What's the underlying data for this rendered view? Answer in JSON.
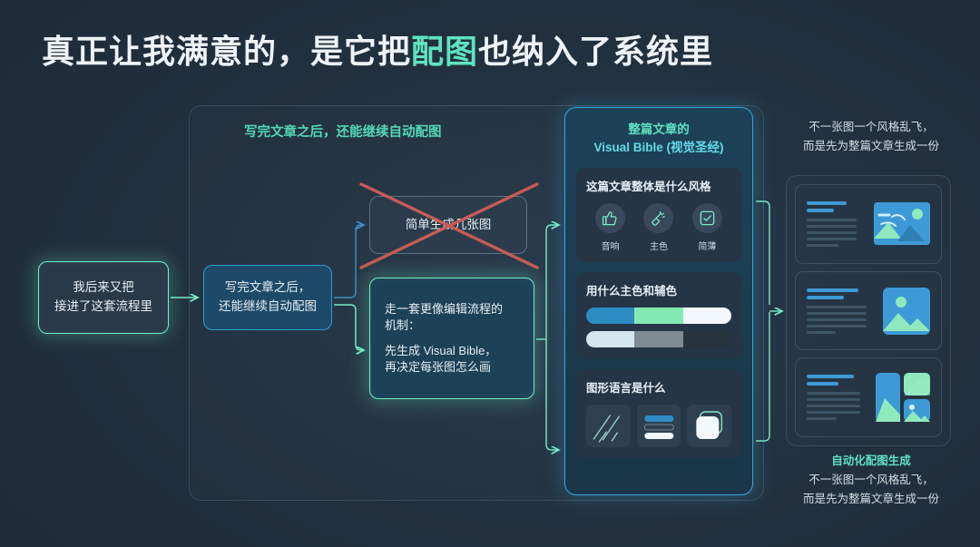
{
  "title": {
    "part1": "真正让我满意的，是它把",
    "highlight": "配图",
    "part2": "也纳入了系统里"
  },
  "flow_panel": {
    "title": "写完文章之后，还能继续自动配图"
  },
  "nodes": {
    "start": {
      "line1": "我后来又把",
      "line2": "接进了这套流程里"
    },
    "second": {
      "line1": "写完文章之后，",
      "line2": "还能继续自动配图"
    },
    "rejected": {
      "label": "简单生成几张图",
      "marked": "crossed-out"
    },
    "accepted": {
      "line1": "走一套更像编辑流程的",
      "line2": "机制：",
      "line3": "先生成 Visual Bible，",
      "line4": "再决定每张图怎么画"
    }
  },
  "visual_bible": {
    "title_line1": "整篇文章的",
    "title_line2": "Visual Bible (视觉圣经)",
    "cards": [
      {
        "title": "这篇文章整体是什么风格",
        "icons": [
          {
            "name": "thumbs-up-icon",
            "label": "音响"
          },
          {
            "name": "megaphone-icon",
            "label": "主色"
          },
          {
            "name": "checkbox-icon",
            "label": "简薄"
          }
        ]
      },
      {
        "title": "用什么主色和辅色",
        "palettes": [
          [
            "#2e8cc4",
            "#84eab4",
            "#f1f7fb"
          ],
          [
            "#d6e6ef",
            "#7e8b93",
            "#27333d"
          ]
        ]
      },
      {
        "title": "图形语言是什么",
        "tiles": [
          {
            "name": "diagonal-lines-tile"
          },
          {
            "name": "stacked-bars-tile"
          },
          {
            "name": "rounded-square-tile"
          }
        ]
      }
    ]
  },
  "output_column": {
    "cards": [
      {
        "name": "layout-card-wide-image"
      },
      {
        "name": "layout-card-square-image"
      },
      {
        "name": "layout-card-image-collage"
      }
    ]
  },
  "captions": {
    "top": {
      "line1": "不一张图一个风格乱飞，",
      "line2": "而是先为整篇文章生成一份"
    },
    "bottom": {
      "heading": "自动化配图生成",
      "line1": "不一张图一个风格乱飞，",
      "line2": "而是先为整篇文章生成一份"
    }
  },
  "colors": {
    "background": "#1f2d3d",
    "accent_green": "#5fe3c0",
    "accent_blue": "#35a8d8",
    "reject_red": "#c75c55",
    "text": "#e6eef4"
  }
}
